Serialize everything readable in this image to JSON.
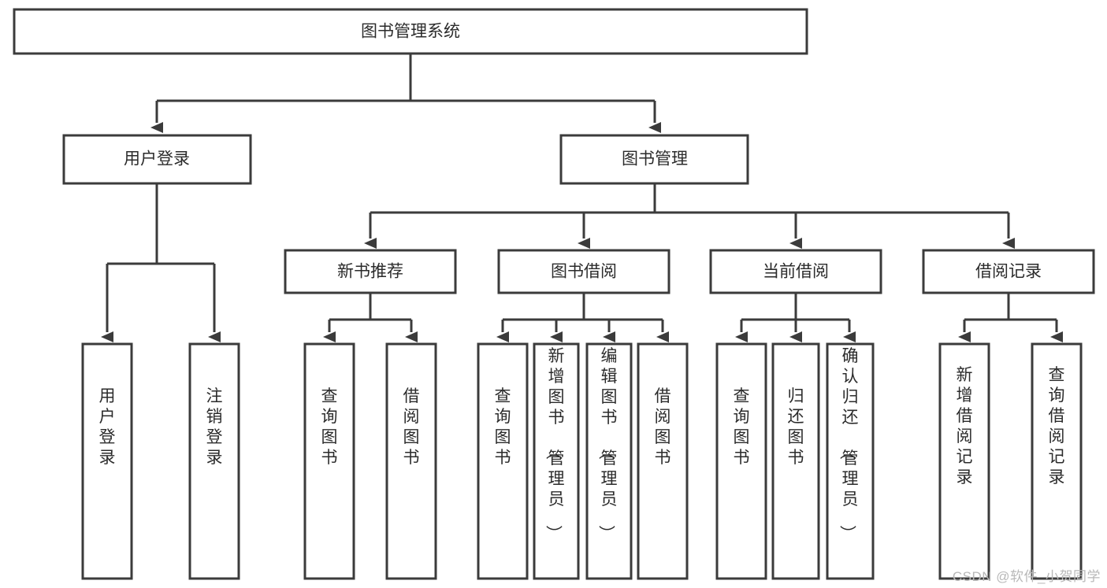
{
  "diagram": {
    "type": "tree-hierarchy",
    "orientation": "top-down",
    "title_node": "图书管理系统",
    "box_fill": "#ffffff",
    "box_stroke": "#3b3b3b",
    "text_color": "#2b2b2b",
    "background": "#ffffff"
  },
  "root": {
    "label": "图书管理系统"
  },
  "level1": [
    {
      "label": "用户登录"
    },
    {
      "label": "图书管理"
    }
  ],
  "level2": [
    {
      "label": "新书推荐"
    },
    {
      "label": "图书借阅"
    },
    {
      "label": "当前借阅"
    },
    {
      "label": "借阅记录"
    }
  ],
  "leaves": {
    "user_login": [
      {
        "label": "用户登录"
      },
      {
        "label": "注销登录"
      }
    ],
    "new_book_recommend": [
      {
        "label": "查询图书"
      },
      {
        "label": "借阅图书"
      }
    ],
    "book_borrow": [
      {
        "label": "查询图书"
      },
      {
        "label": "新增图书（管理员）"
      },
      {
        "label": "编辑图书（管理员）"
      },
      {
        "label": "借阅图书"
      }
    ],
    "current_borrow": [
      {
        "label": "查询图书"
      },
      {
        "label": "归还图书"
      },
      {
        "label": "确认归还（管理员）"
      }
    ],
    "borrow_record": [
      {
        "label": "新增借阅记录"
      },
      {
        "label": "查询借阅记录"
      }
    ]
  },
  "watermark": {
    "text": "CSDN @软件_小贺同学"
  }
}
